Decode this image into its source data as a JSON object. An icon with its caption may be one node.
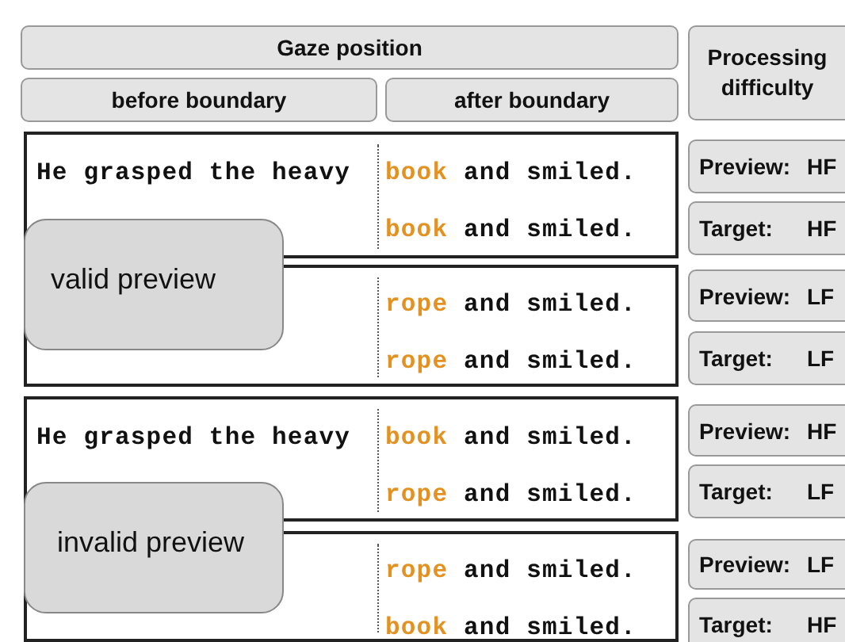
{
  "diagram": {
    "nodes": [
      {
        "text": [
          "Gaze position"
        ]
      },
      {
        "text": [
          "Processing difficulty"
        ]
      },
      {
        "text": [
          "before boundary"
        ]
      },
      {
        "text": [
          "after boundary"
        ]
      },
      {
        "text": [
          "He grasped the heavy",
          "book and smiled.",
          "book and smiled."
        ]
      },
      {
        "text": [
          "Preview:",
          "HF"
        ]
      },
      {
        "text": [
          "Target:",
          "HF"
        ]
      },
      {
        "text": [
          "valid preview"
        ]
      },
      {
        "text": [
          "rope and smiled.",
          "rope and smiled."
        ]
      },
      {
        "text": [
          "Preview:",
          "LF"
        ]
      },
      {
        "text": [
          "Target:",
          "LF"
        ]
      },
      {
        "text": [
          "He grasped the heavy",
          "book and smiled.",
          "rope and smiled."
        ]
      },
      {
        "text": [
          "Preview:",
          "HF"
        ]
      },
      {
        "text": [
          "Target:",
          "LF"
        ]
      },
      {
        "text": [
          "invalid preview"
        ]
      },
      {
        "text": [
          "rope and smiled.",
          "book and smiled."
        ]
      },
      {
        "text": [
          "Preview:",
          "LF"
        ]
      },
      {
        "text": [
          "Target:",
          "HF"
        ]
      }
    ]
  }
}
